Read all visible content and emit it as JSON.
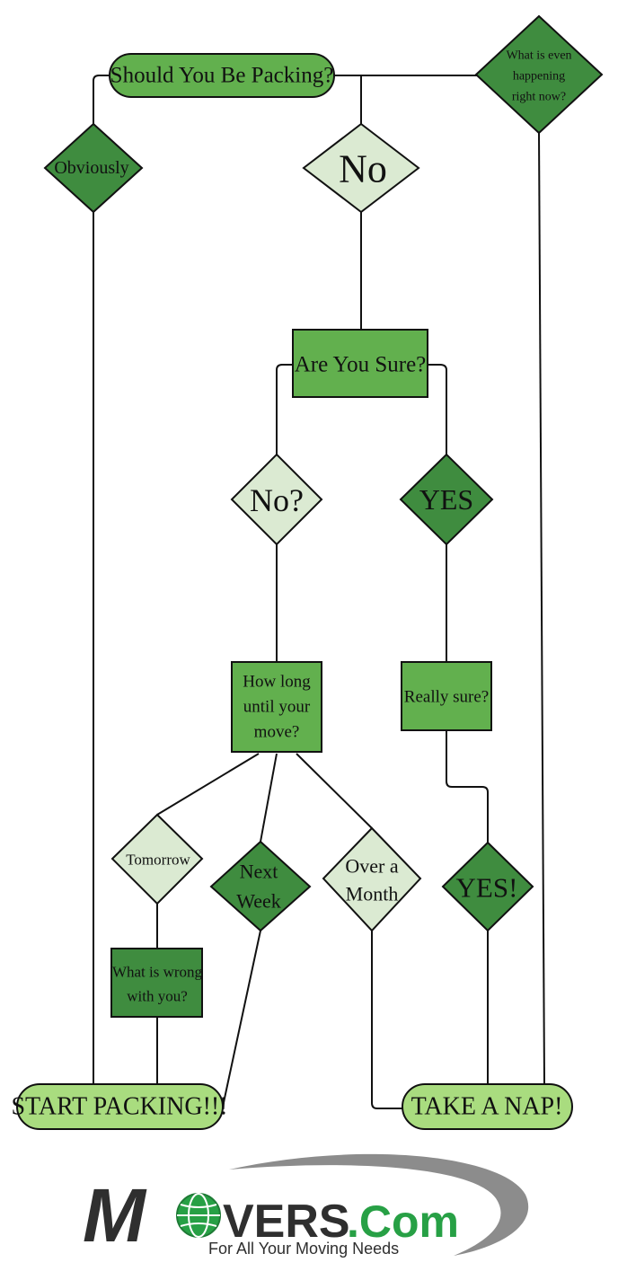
{
  "colors": {
    "dark_green": "#3f8c3f",
    "mid_green": "#62b04e",
    "light_green": "#a9dc7f",
    "pale_green": "#dbead2",
    "line": "#111111",
    "logo_dark": "#2f2f2f",
    "logo_green": "#27a045",
    "logo_gray": "#8c8c8c"
  },
  "nodes": {
    "should_you_be_packing": "Should You Be Packing?",
    "what_is_happening": [
      "What is even",
      "happening",
      "right now?"
    ],
    "obviously": "Obviously",
    "no": "No",
    "are_you_sure": "Are You Sure?",
    "no_question": "No?",
    "yes": "YES",
    "how_long": [
      "How long",
      "until your",
      "move?"
    ],
    "really_sure": "Really sure?",
    "tomorrow": "Tomorrow",
    "next_week": [
      "Next",
      "Week"
    ],
    "over_a_month": [
      "Over a",
      "Month"
    ],
    "yes_exclaim": "YES!",
    "what_is_wrong": [
      "What is wrong",
      "with you?"
    ],
    "start_packing": "START PACKING!!!",
    "take_a_nap": "TAKE A NAP!"
  },
  "logo": {
    "brand_m": "M",
    "brand_vers": "VERS",
    "brand_com": ".Com",
    "tagline": "For All Your Moving Needs"
  }
}
